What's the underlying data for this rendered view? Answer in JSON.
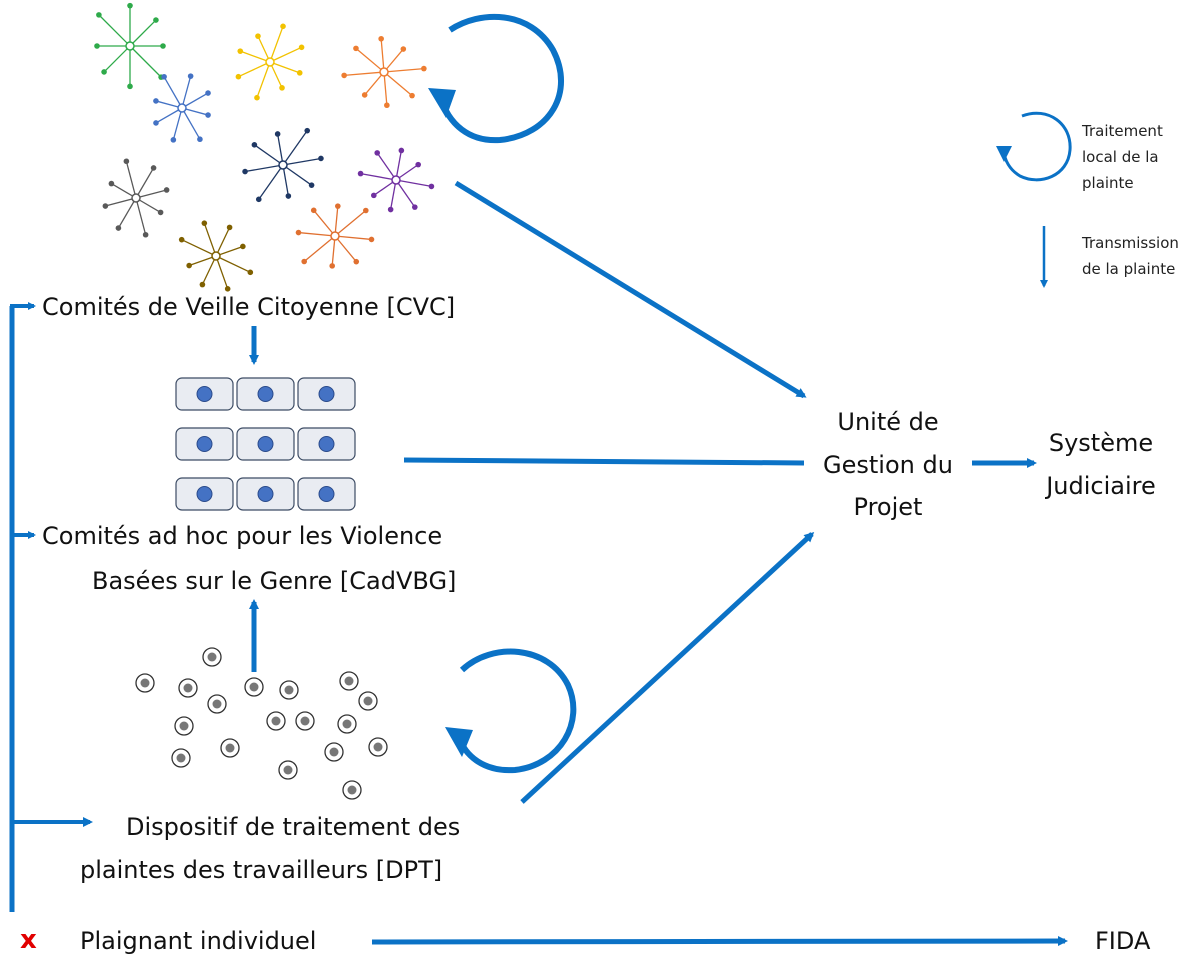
{
  "colors": {
    "arrow": "#0b72c6",
    "cell_fill": "#e9ecf2",
    "cell_dot": "#4472c4",
    "dpt_ring": "#333333",
    "dpt_dot": "#777777",
    "cross": "#e10000"
  },
  "legend": {
    "local_treatment": [
      "Traitement",
      "local de la",
      "plainte"
    ],
    "transmission": [
      "Transmission",
      "de la plainte"
    ]
  },
  "nodes": {
    "cvc": "Comités de Veille Citoyenne [CVC]",
    "cadvbg_line1": "Comités ad hoc pour les Violence",
    "cadvbg_line2": "Basées sur le Genre [CadVBG]",
    "dpt_line1": "Dispositif de traitement des",
    "dpt_line2": "plaintes des travailleurs [DPT]",
    "ugp_line1": "Unité de",
    "ugp_line2": "Gestion du",
    "ugp_line3": "Projet",
    "justice_line1": "Système",
    "justice_line2": "Judiciaire",
    "plaignant": "Plaignant individuel",
    "plaignant_mark": "x",
    "fida": "FIDA"
  },
  "icons": {
    "cvc_network": "star-network-cluster",
    "cadvbg_grid": "committee-grid",
    "dpt_points": "worker-dots",
    "loop": "circular-arrow",
    "transmit": "straight-arrow"
  }
}
